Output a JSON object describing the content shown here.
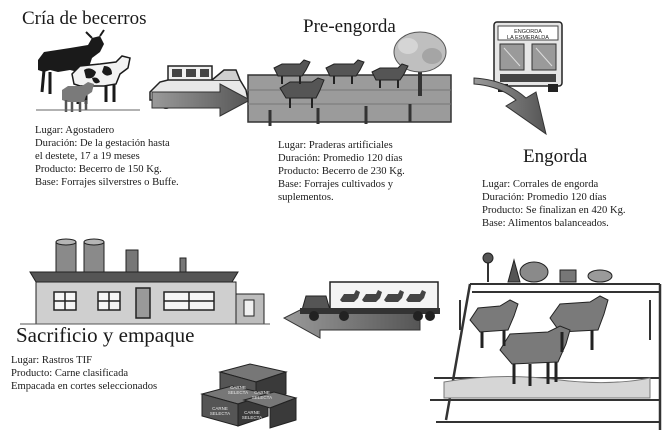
{
  "stages": {
    "cria": {
      "title": "Cría de becerros",
      "lines": [
        "Lugar: Agostadero",
        "Duración: De la gestación hasta",
        "el destete, 17 a 19 meses",
        "Producto: Becerro de 150 Kg.",
        "Base: Forrajes silverstres o Buffe."
      ]
    },
    "pre": {
      "title": "Pre-engorda",
      "lines": [
        "Lugar: Praderas artificiales",
        "Duración: Promedio 120 días",
        "Producto: Becerro de 230 Kg.",
        "Base: Forrajes cultivados y",
        "suplementos."
      ]
    },
    "engorda": {
      "title": "Engorda",
      "lines": [
        "Lugar: Corrales de engorda",
        "Duración: Promedio 120 días",
        "Producto: Se finalizan en 420 Kg.",
        "Base: Alimentos balanceados."
      ]
    },
    "sacrificio": {
      "title": "Sacrificio y empaque",
      "lines": [
        "Lugar: Rastros TIF",
        "Producto: Carne clasificada",
        "Empacada en cortes seleccionados"
      ]
    }
  },
  "truck_sign": [
    "ENGORDA",
    "LA ESMERALDA"
  ],
  "box_label": [
    "CARNE",
    "SELECTA"
  ]
}
